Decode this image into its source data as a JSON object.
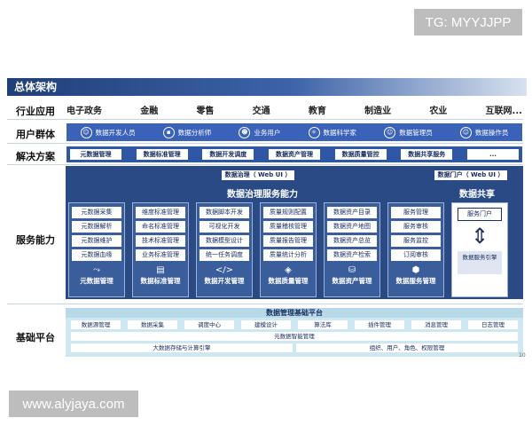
{
  "watermark_top": "TG: MYYJJPP",
  "watermark_bottom": "www.alyjaya.com",
  "header_title": "总体架构",
  "page_number": "10",
  "row_labels": {
    "industry": "行业应用",
    "users": "用户群体",
    "solutions": "解决方案",
    "services": "服务能力",
    "base": "基础平台"
  },
  "industries": [
    "电子政务",
    "金融",
    "零售",
    "交通",
    "教育",
    "制造业",
    "农业",
    "互联网..."
  ],
  "user_groups": [
    "数据开发人员",
    "数据分析师",
    "业务用户",
    "数据科学家",
    "数据管理员",
    "数据操作员"
  ],
  "solutions": [
    "元数据管理",
    "数据标准管理",
    "数据开发调度",
    "数据资产管理",
    "数据质量管控",
    "数据共享服务",
    "..."
  ],
  "services": {
    "governance_webui": "数据治理（ Web UI ）",
    "portal_webui": "数据门户（ Web UI ）",
    "governance_title": "数据治理服务能力",
    "share_title": "数据共享",
    "columns": [
      {
        "items": [
          "元数据采集",
          "元数据解析",
          "元数据维护",
          "元数据血缘"
        ],
        "icon": "flow-icon",
        "glyph": "⤳",
        "name": "元数据管理"
      },
      {
        "items": [
          "维度标准管理",
          "命名标准管理",
          "技术标准管理",
          "业务标准管理"
        ],
        "icon": "keyboard-icon",
        "glyph": "▤",
        "name": "数据标准管理"
      },
      {
        "items": [
          "数据脚本开发",
          "可视化开发",
          "数据模型设计",
          "统一任务调度"
        ],
        "icon": "code-icon",
        "glyph": "</>",
        "name": "数据开发管理"
      },
      {
        "items": [
          "质量规则配置",
          "质量稽核管理",
          "质量报告管理",
          "质量统计分析"
        ],
        "icon": "diamond-icon",
        "glyph": "◈",
        "name": "数据质量管理"
      },
      {
        "items": [
          "数据资产目录",
          "数据资产地图",
          "数据资产总览",
          "数据资产检索"
        ],
        "icon": "database-icon",
        "glyph": "⛁",
        "name": "数据资产管理"
      },
      {
        "items": [
          "服务管理",
          "服务审核",
          "服务监控",
          "订阅审核"
        ],
        "icon": "cube-icon",
        "glyph": "⬢",
        "name": "数据服务管理"
      }
    ],
    "share_portal": "服务门户",
    "share_engine": "数据服务引擎"
  },
  "base": {
    "title": "数据管理基础平台",
    "row1": [
      "数据源管理",
      "数据采集",
      "调度中心",
      "建模设计",
      "算法库",
      "插件管理",
      "消息管理",
      "日志管理"
    ],
    "row2": "元数据智能管理",
    "row3_left": "大数据存储与计算引擎",
    "row3_right": "组织、用户、角色、权限管理"
  }
}
